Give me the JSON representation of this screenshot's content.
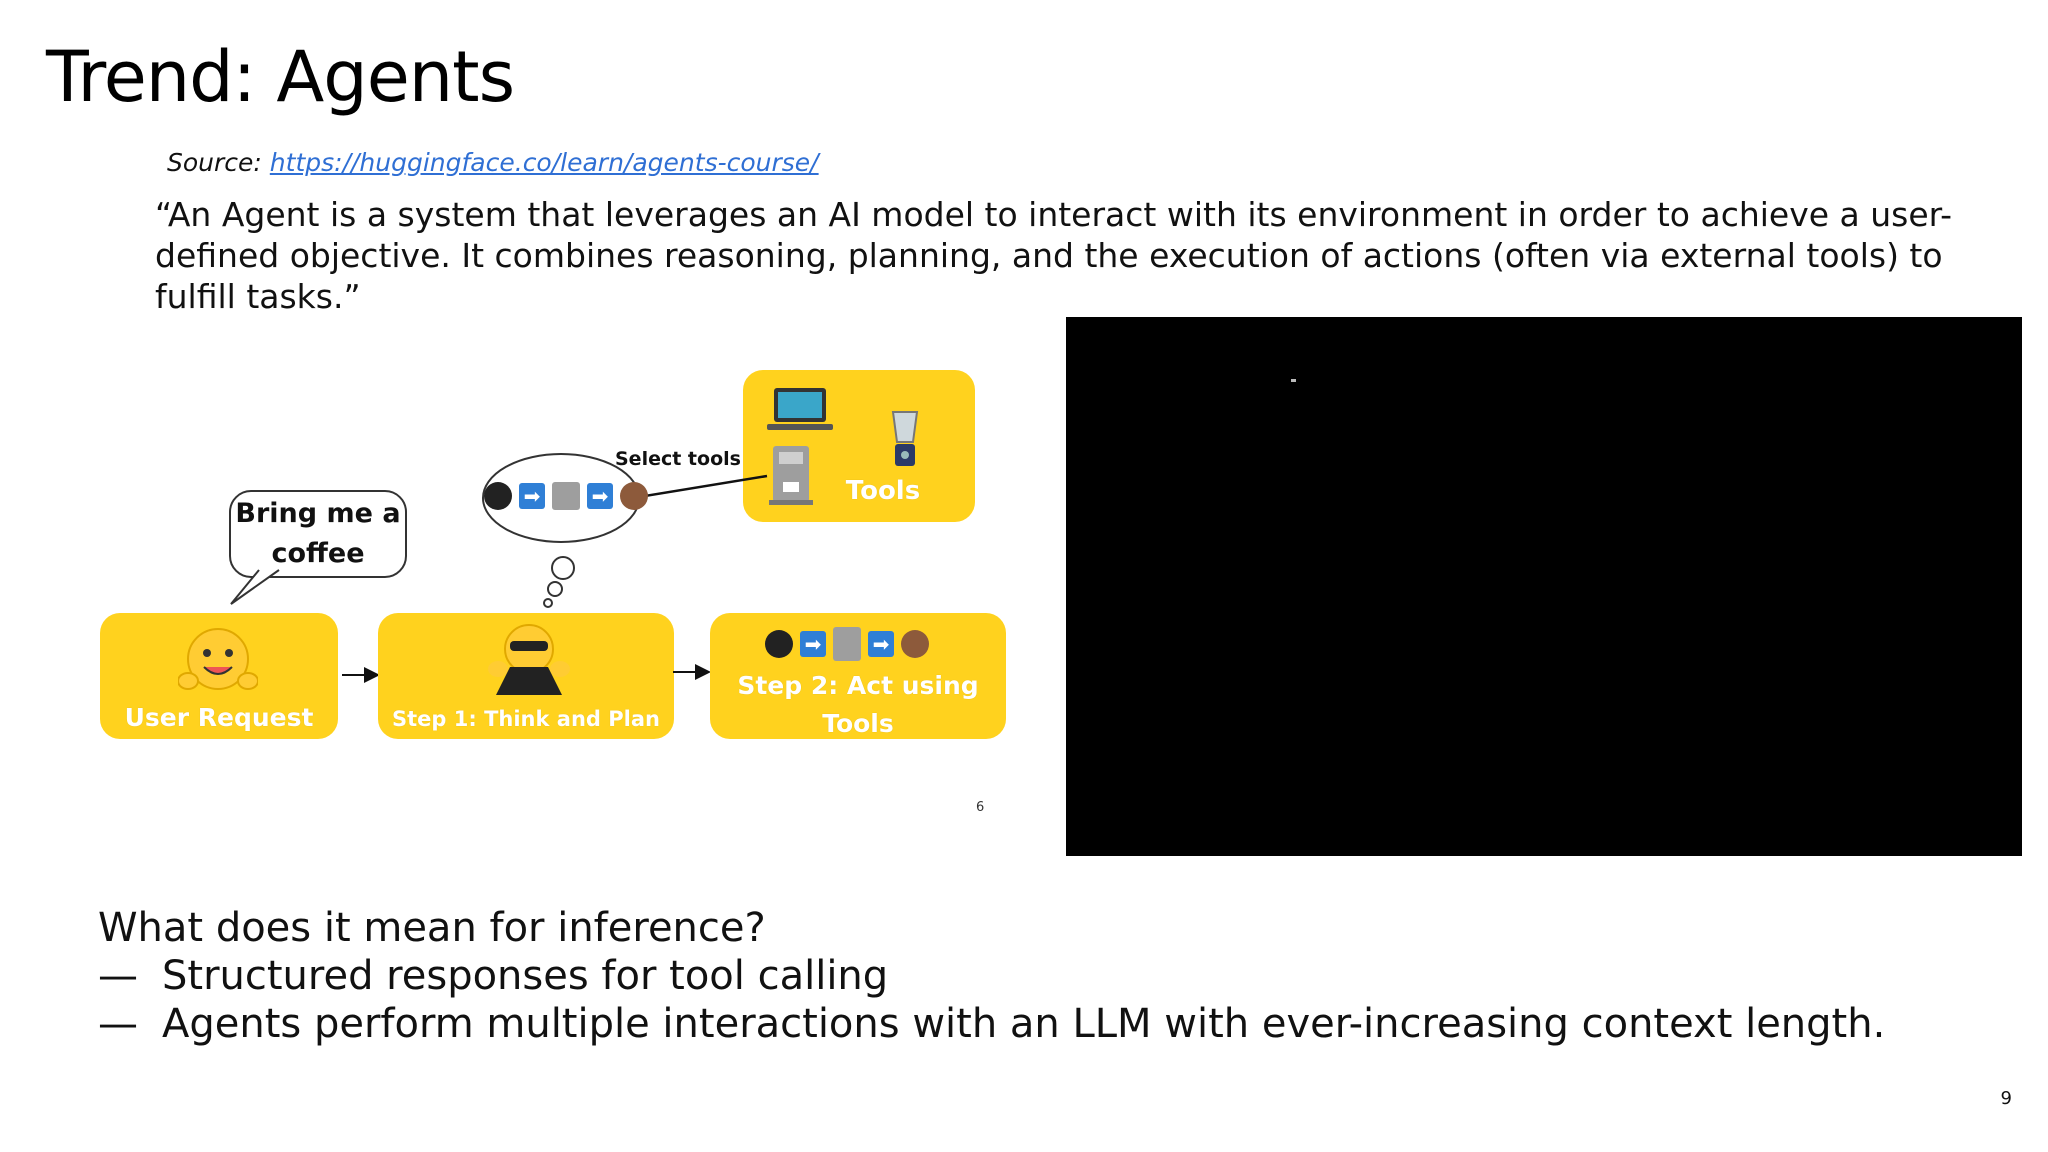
{
  "slide": {
    "title": "Trend: Agents",
    "source_prefix": "Source: ",
    "source_link": "https://huggingface.co/learn/agents-course/",
    "quote": "“An Agent is a system that leverages an AI model to interact with its environment in order to achieve a user-defined objective. It combines reasoning, planning, and the execution of actions (often via external tools) to fulfill tasks.”",
    "question": "What does it mean for inference?",
    "bullets": [
      "Structured responses for tool calling",
      "Agents perform multiple interactions with an LLM with ever-increasing context length."
    ],
    "bullet_marker": "—",
    "page_number": "9"
  },
  "diagram": {
    "speech_bubble": "Bring me a coffee",
    "select_tools_label": "Select tools",
    "tools_label": "Tools",
    "user_request_label": "User Request",
    "step1_label": "Step 1: Think and Plan",
    "step2_label": "Step 2: Act using Tools",
    "inner_page_number": "6",
    "box_color": "#ffd21e",
    "arrow_icon_color": "#2f7fd6"
  },
  "video": {
    "background": "#000000"
  }
}
